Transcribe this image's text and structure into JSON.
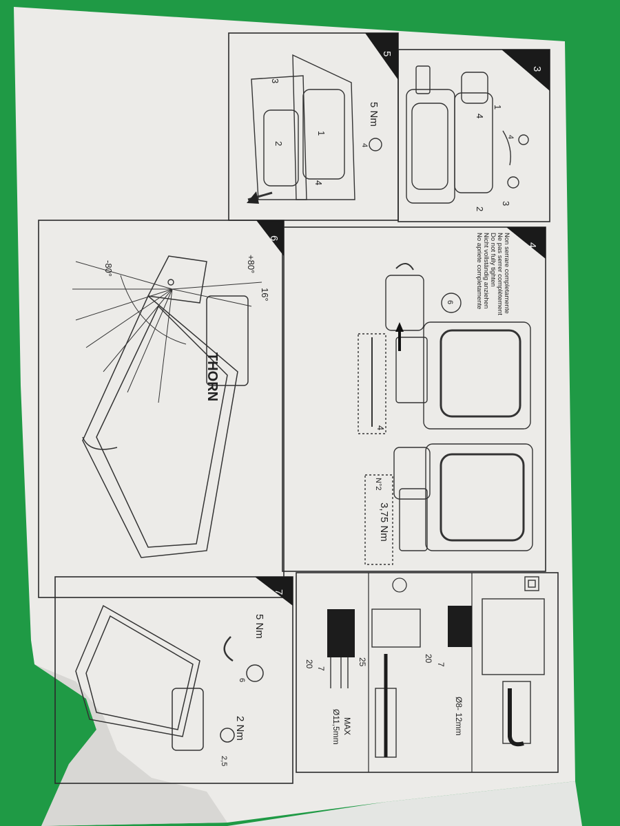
{
  "colors": {
    "background": "#1f9a45",
    "paper": "#ecebe8",
    "ink": "#2a2a2a",
    "badge": "#1a1a1a"
  },
  "panels": {
    "p3": {
      "number": "3",
      "labels": [
        "1",
        "4",
        "4",
        "3",
        "2"
      ]
    },
    "p4": {
      "number": "4",
      "notice": [
        "Non serrare completamente",
        "Ne pas serrer complètement",
        "Do not fully tighten",
        "Nicht vollständig anziehen",
        "No apriete completamente"
      ],
      "hex_size": "6",
      "screwdriver_size": "4",
      "torque": "3,75 Nm",
      "wrench_mark": "N°2"
    },
    "p5": {
      "number": "5",
      "torque": "5 Nm",
      "hex_size": "4",
      "labels": [
        "3",
        "1",
        "2",
        "4"
      ]
    },
    "p6": {
      "number": "6",
      "angles": [
        "-80°",
        "+80°",
        "16°"
      ],
      "brand": "THORN"
    },
    "p7": {
      "number": "7",
      "torque_a": "5 Nm",
      "hex_a": "6",
      "torque_b": "2 Nm",
      "hex_b": "2,5"
    },
    "wiring": {
      "strip_a": "20",
      "strip_b": "7",
      "strip_c": "25",
      "strip_d": "20",
      "strip_e": "7",
      "cable_max": "MAX",
      "cable_max_size": "Ø11,5mm",
      "cable_range": "Ø8- 12mm"
    }
  }
}
